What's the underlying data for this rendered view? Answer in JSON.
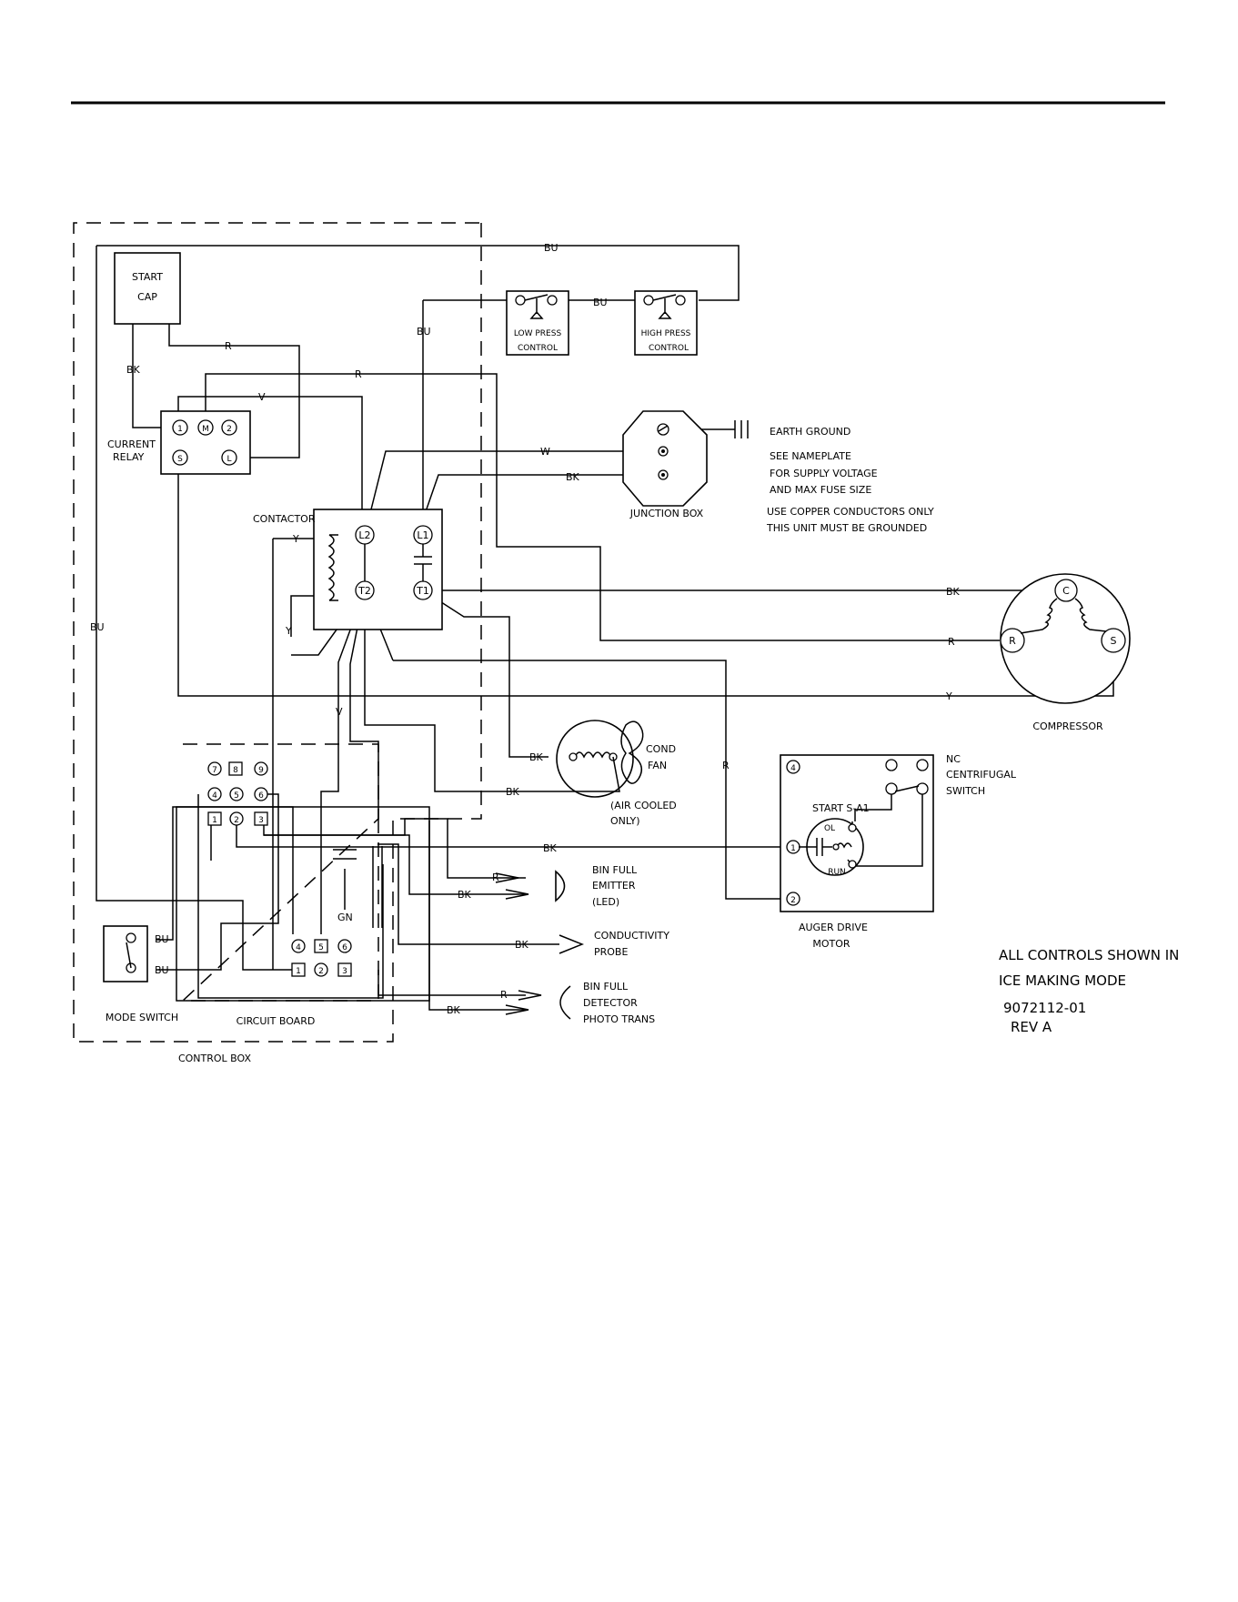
{
  "labels": {
    "start_cap_1": "START",
    "start_cap_2": "CAP",
    "current_relay_1": "CURRENT",
    "current_relay_2": "RELAY",
    "low_press_1": "LOW PRESS",
    "low_press_2": "CONTROL",
    "high_press_1": "HIGH PRESS",
    "high_press_2": "CONTROL",
    "earth_ground": "EARTH GROUND",
    "nameplate_1": "SEE NAMEPLATE",
    "nameplate_2": "FOR SUPPLY VOLTAGE",
    "nameplate_3": "AND MAX FUSE SIZE",
    "junction_box": "JUNCTION BOX",
    "copper_1": "USE COPPER CONDUCTORS ONLY",
    "copper_2": "THIS UNIT MUST BE GROUNDED",
    "contactor": "CONTACTOR",
    "compressor": "COMPRESSOR",
    "cond_fan_1": "COND",
    "cond_fan_2": "FAN",
    "air_cooled_1": "(AIR COOLED",
    "air_cooled_2": "ONLY)",
    "nc_1": "NC",
    "nc_2": "CENTRIFUGAL",
    "nc_3": "SWITCH",
    "start_s_a1": "START   S-A1",
    "ol": "OL",
    "run": "RUN",
    "auger_1": "AUGER DRIVE",
    "auger_2": "MOTOR",
    "bin_emitter_1": "BIN FULL",
    "bin_emitter_2": "EMITTER",
    "bin_emitter_3": "(LED)",
    "conductivity_1": "CONDUCTIVITY",
    "conductivity_2": "PROBE",
    "bin_detector_1": "BIN FULL",
    "bin_detector_2": "DETECTOR",
    "bin_detector_3": "PHOTO TRANS",
    "mode_switch": "MODE SWITCH",
    "circuit_board": "CIRCUIT BOARD",
    "control_box": "CONTROL BOX",
    "all_controls_1": "ALL CONTROLS SHOWN IN",
    "all_controls_2": "ICE MAKING MODE",
    "drawing_number": "9072112-01",
    "revision": "REV A"
  },
  "terminals": {
    "relay_1": "1",
    "relay_m": "M",
    "relay_2": "2",
    "relay_s": "S",
    "relay_l": "L",
    "contactor_l2": "L2",
    "contactor_l1": "L1",
    "contactor_t2": "T2",
    "contactor_t1": "T1",
    "comp_c": "C",
    "comp_r": "R",
    "comp_s": "S",
    "auger_4": "4",
    "auger_1": "1",
    "auger_2": "2",
    "cb_7": "7",
    "cb_8": "8",
    "cb_9": "9",
    "cb_4": "4",
    "cb_5": "5",
    "cb_6": "6",
    "cb_1": "1",
    "cb_2": "2",
    "cb_3": "3",
    "cbl_4": "4",
    "cbl_5": "5",
    "cbl_6": "6",
    "cbl_1": "1",
    "cbl_2": "2",
    "cbl_3": "3"
  },
  "wire_colors": {
    "bu": "BU",
    "r": "R",
    "bk": "BK",
    "v": "V",
    "w": "W",
    "y": "Y",
    "gn": "GN"
  }
}
